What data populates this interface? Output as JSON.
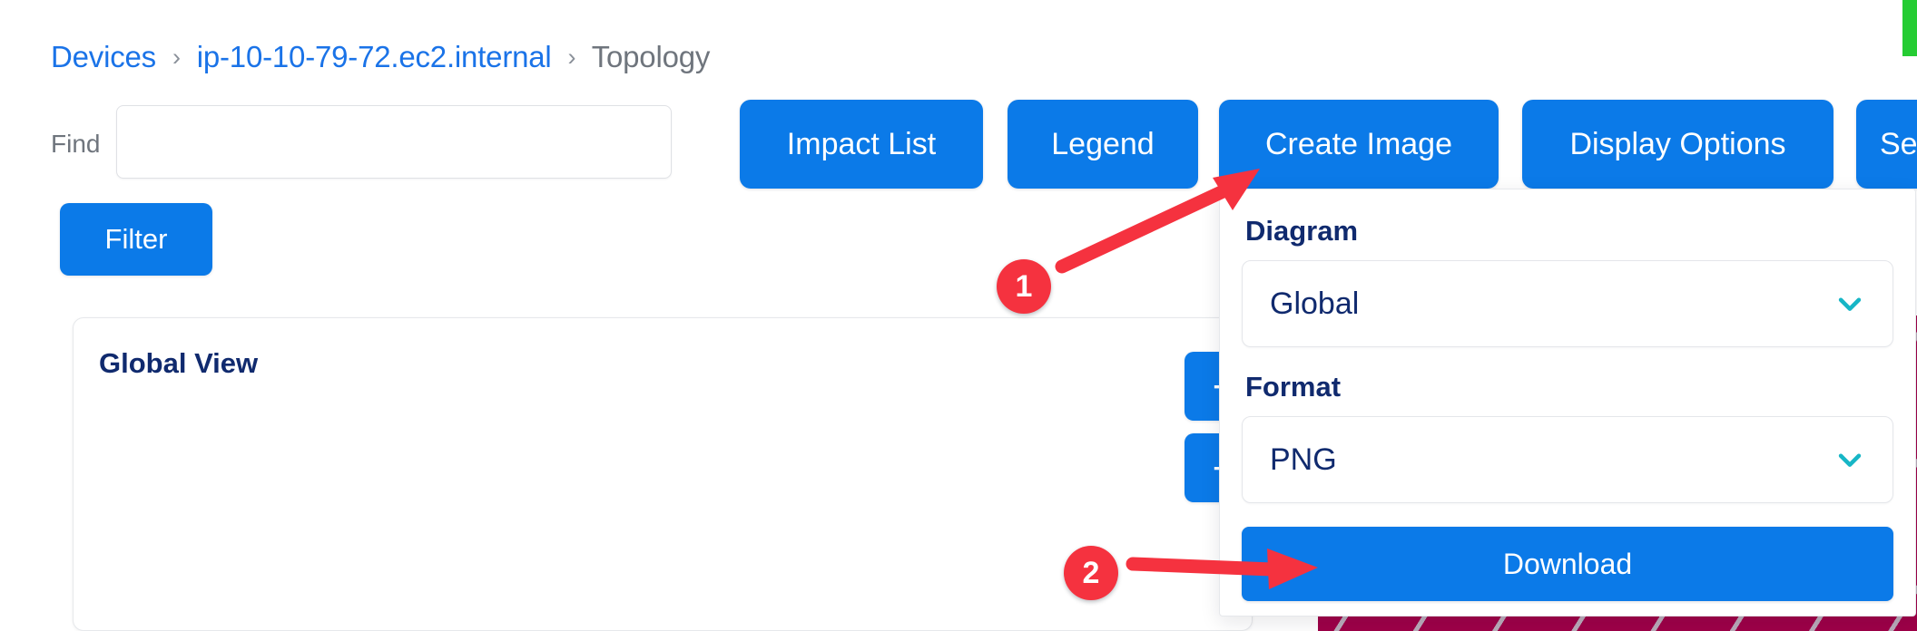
{
  "colors": {
    "accent_blue": "#0b7ae8",
    "link_blue": "#1a73e8",
    "navy_text": "#102a6e",
    "muted_text": "#6f757d",
    "annotation_red": "#f5323f",
    "status_green": "#25cc33",
    "node_maroon": "#9e0048",
    "chevron_teal": "#17b6c6"
  },
  "breadcrumb": {
    "items": [
      {
        "label": "Devices",
        "type": "link"
      },
      {
        "label": "ip-10-10-79-72.ec2.internal",
        "type": "link"
      },
      {
        "label": "Topology",
        "type": "current"
      }
    ],
    "separator": "›"
  },
  "find": {
    "label": "Find",
    "value": "",
    "placeholder": ""
  },
  "filter": {
    "label": "Filter"
  },
  "toolbar": {
    "impact_list": "Impact List",
    "legend": "Legend",
    "create_image": "Create Image",
    "display_options": "Display Options",
    "more": "Se"
  },
  "global_view": {
    "title": "Global View",
    "zoom_in": "+",
    "zoom_out": "−"
  },
  "create_image_popover": {
    "diagram_label": "Diagram",
    "diagram_value": "Global",
    "format_label": "Format",
    "format_value": "PNG",
    "download_label": "Download"
  },
  "annotations": {
    "marker_1": "1",
    "marker_2": "2"
  }
}
